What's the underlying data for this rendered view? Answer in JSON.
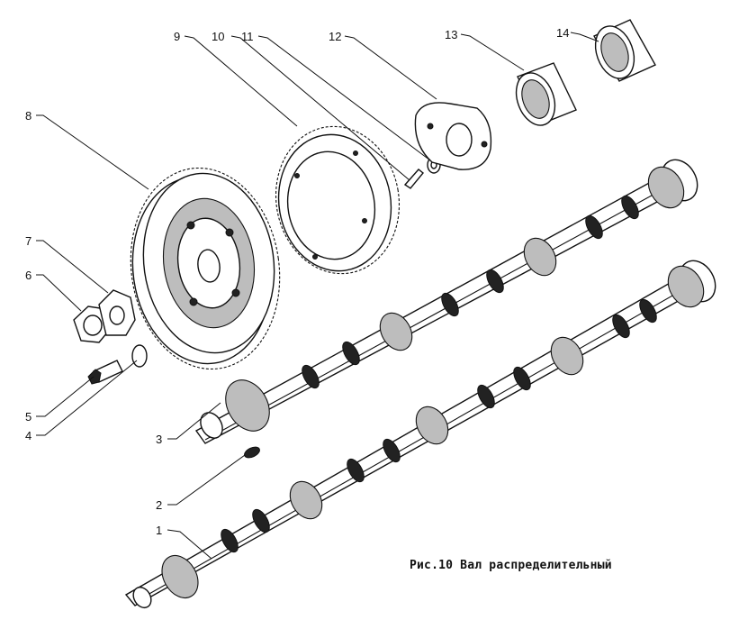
{
  "caption": "Рис.10 Вал распределительный",
  "part_labels": [
    "1",
    "2",
    "3",
    "4",
    "5",
    "6",
    "7",
    "8",
    "9",
    "10",
    "11",
    "12",
    "13",
    "14"
  ]
}
